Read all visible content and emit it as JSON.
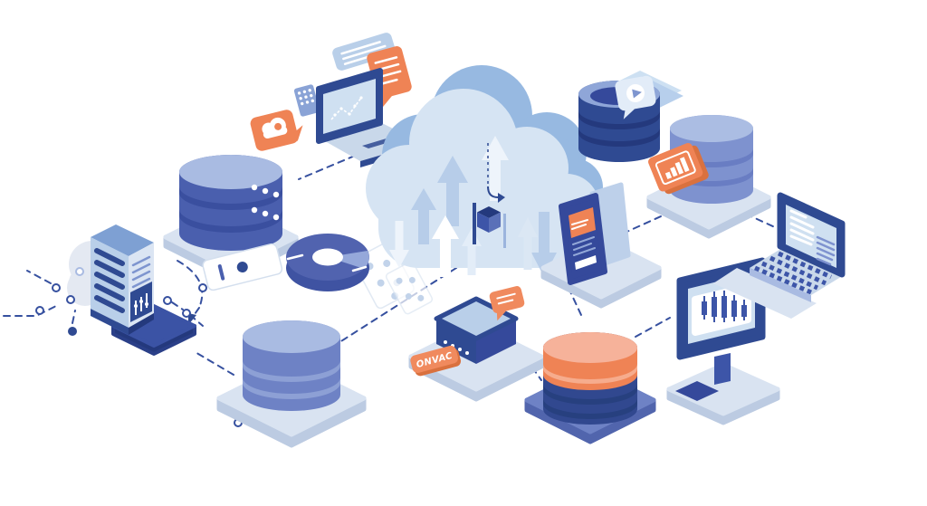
{
  "illustration": {
    "tag": {
      "label": "ONVAC"
    },
    "palette": {
      "navy": "#2f4a92",
      "navyDeep": "#24397d",
      "indigo": "#4a5fae",
      "indigoDeep": "#3f53a2",
      "peri": "#6e82c5",
      "periLight": "#a9bbe2",
      "chatBlue": "#b9cfe9",
      "skyBack": "#97b9e1",
      "skyFront": "#d6e4f3",
      "screenBlue": "#cfe0f1",
      "platformTop": "#d9e3f1",
      "platformSide": "#bccbe2",
      "arrowBlue": "#b7cde9",
      "orange": "#ef8355",
      "orangeLight": "#f6b29a",
      "orangeDark": "#d9713f",
      "grayCloud": "#e4e9f2",
      "dashBlue": "#36509f",
      "white": "#ffffff"
    },
    "nodes": [
      {
        "id": "cloud",
        "name": "Cloud storage"
      },
      {
        "id": "transfer-arrows",
        "name": "Upload and download arrows"
      },
      {
        "id": "data-cube",
        "name": "Data cube"
      },
      {
        "id": "laptop-messaging",
        "name": "Laptop with analytics and chat bubbles"
      },
      {
        "id": "chat-bubble-blue",
        "name": "Chat bubble"
      },
      {
        "id": "chat-bubble-orange",
        "name": "Chat bubble"
      },
      {
        "id": "cloud-logo-bubble",
        "name": "Cloud logo bubble"
      },
      {
        "id": "app-dots-card",
        "name": "App grid card"
      },
      {
        "id": "database-left",
        "name": "Database server"
      },
      {
        "id": "id-card",
        "name": "Access card"
      },
      {
        "id": "server-tower",
        "name": "Server tower"
      },
      {
        "id": "circuit-traces",
        "name": "Circuit traces"
      },
      {
        "id": "donut-chart",
        "name": "Donut chart"
      },
      {
        "id": "data-cards",
        "name": "Dotted data cards"
      },
      {
        "id": "database-bottom-left",
        "name": "Database"
      },
      {
        "id": "database-folder",
        "name": "Database with folder and media bubble"
      },
      {
        "id": "database-right",
        "name": "Database with bar chart card"
      },
      {
        "id": "smartphone-kiosk",
        "name": "Smartphone displays"
      },
      {
        "id": "network-router",
        "name": "Network router"
      },
      {
        "id": "router-tag",
        "name": "Router name tag"
      },
      {
        "id": "chat-bubble-router",
        "name": "Chat bubble"
      },
      {
        "id": "database-orange",
        "name": "Orange and navy database"
      },
      {
        "id": "desktop-monitor",
        "name": "Monitor with candlestick chart"
      },
      {
        "id": "laptop-right",
        "name": "Laptop with document"
      }
    ]
  }
}
